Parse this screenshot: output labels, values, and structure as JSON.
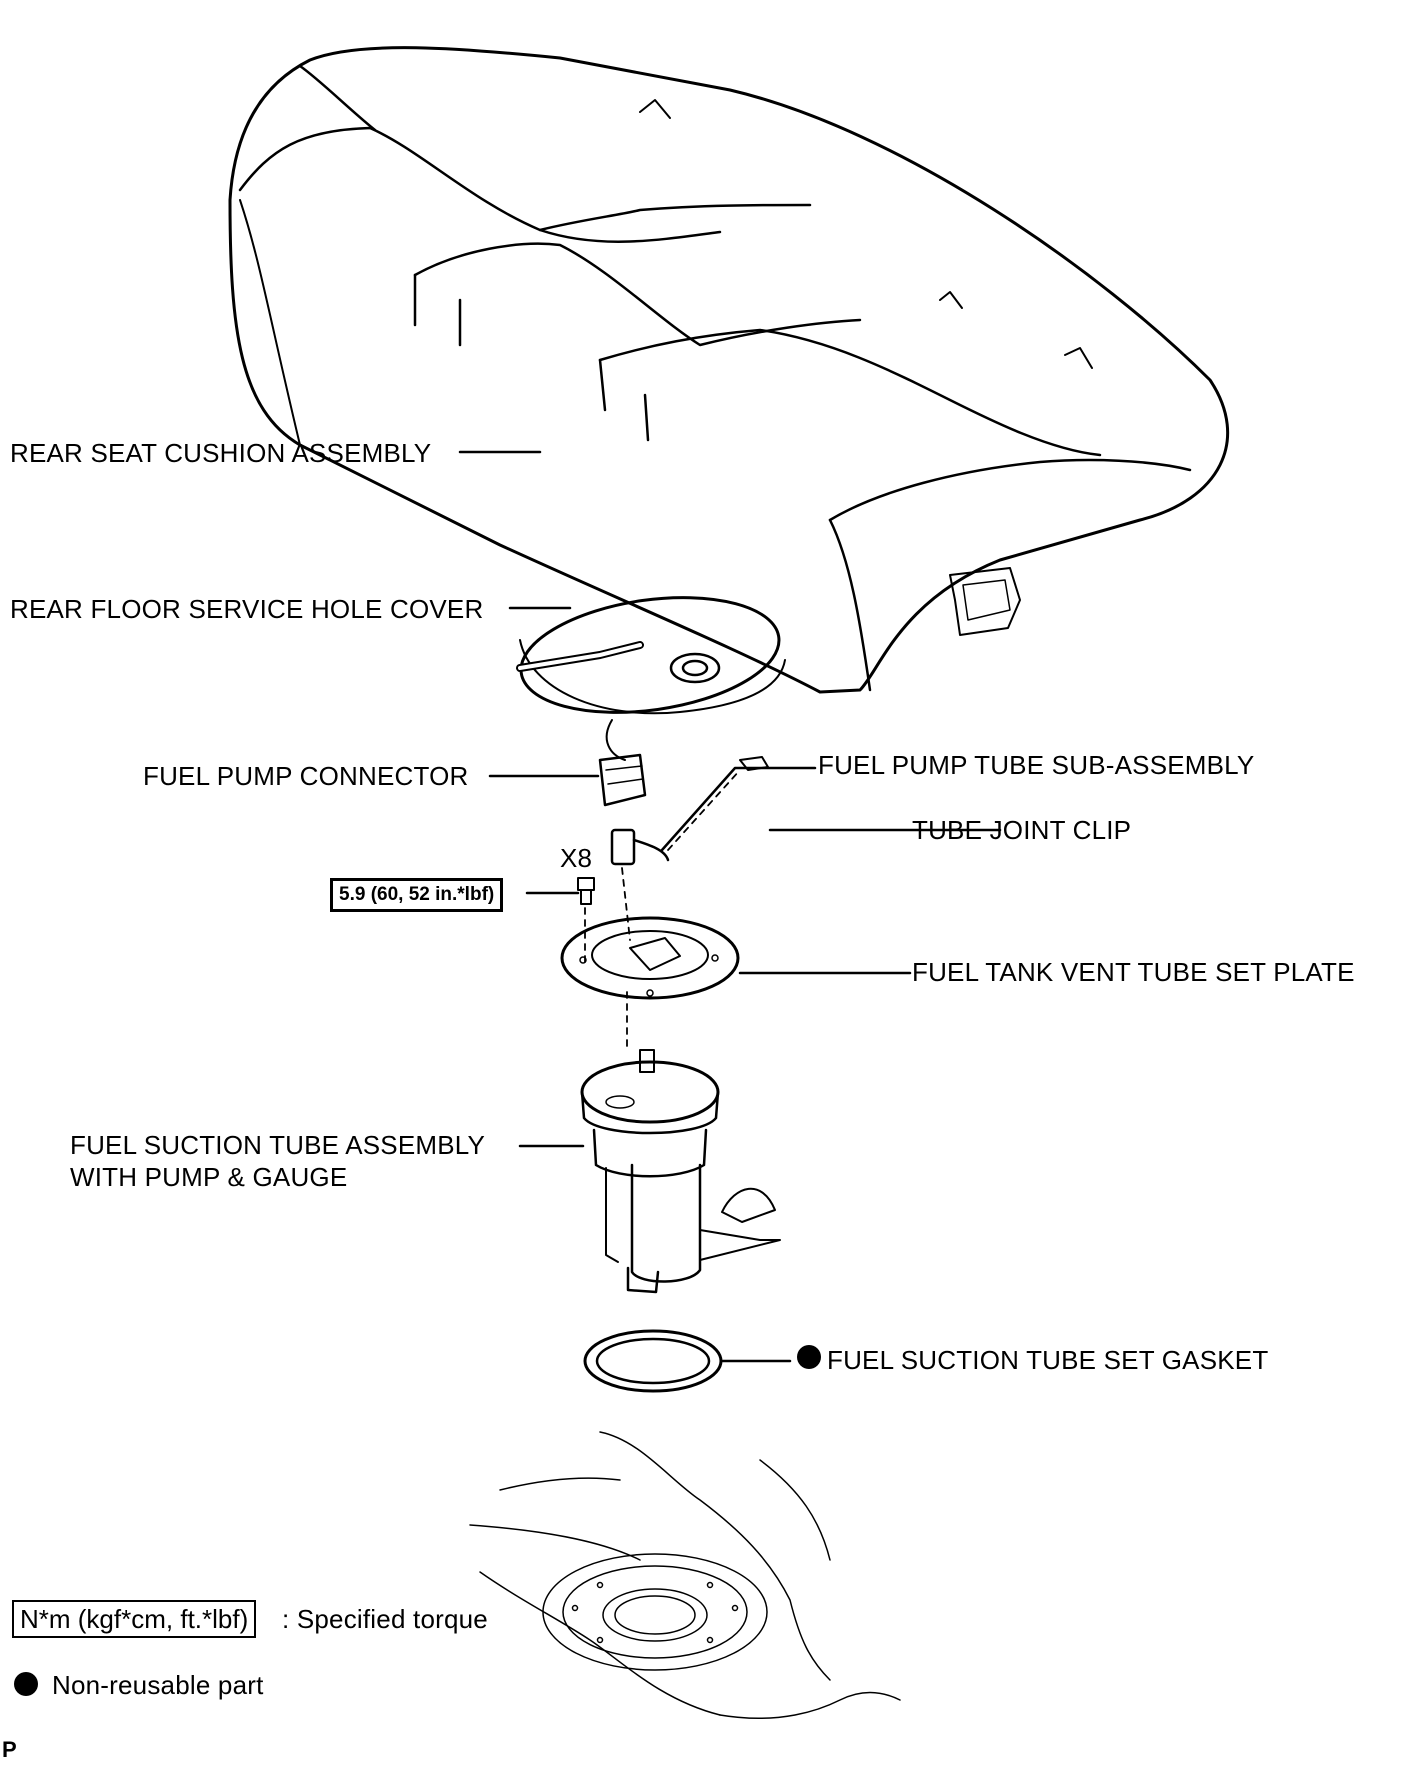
{
  "labels": {
    "rear_seat_cushion": "REAR SEAT CUSHION ASSEMBLY",
    "service_hole_cover": "REAR FLOOR SERVICE HOLE COVER",
    "pump_connector": "FUEL PUMP CONNECTOR",
    "pump_tube": "FUEL PUMP TUBE SUB-ASSEMBLY",
    "tube_clip": "TUBE JOINT CLIP",
    "bolt_qty": "X8",
    "vent_plate": "FUEL TANK VENT TUBE SET PLATE",
    "suction_tube_line1": "FUEL SUCTION TUBE ASSEMBLY",
    "suction_tube_line2": "WITH PUMP & GAUGE",
    "gasket": "FUEL SUCTION TUBE SET GASKET"
  },
  "torque": {
    "bolt": "5.9 (60, 52 in.*lbf)"
  },
  "legend": {
    "torque_units": "N*m (kgf*cm, ft.*lbf)",
    "torque_desc": ": Specified torque",
    "non_reusable": "Non-reusable part"
  },
  "footer_mark": "P"
}
